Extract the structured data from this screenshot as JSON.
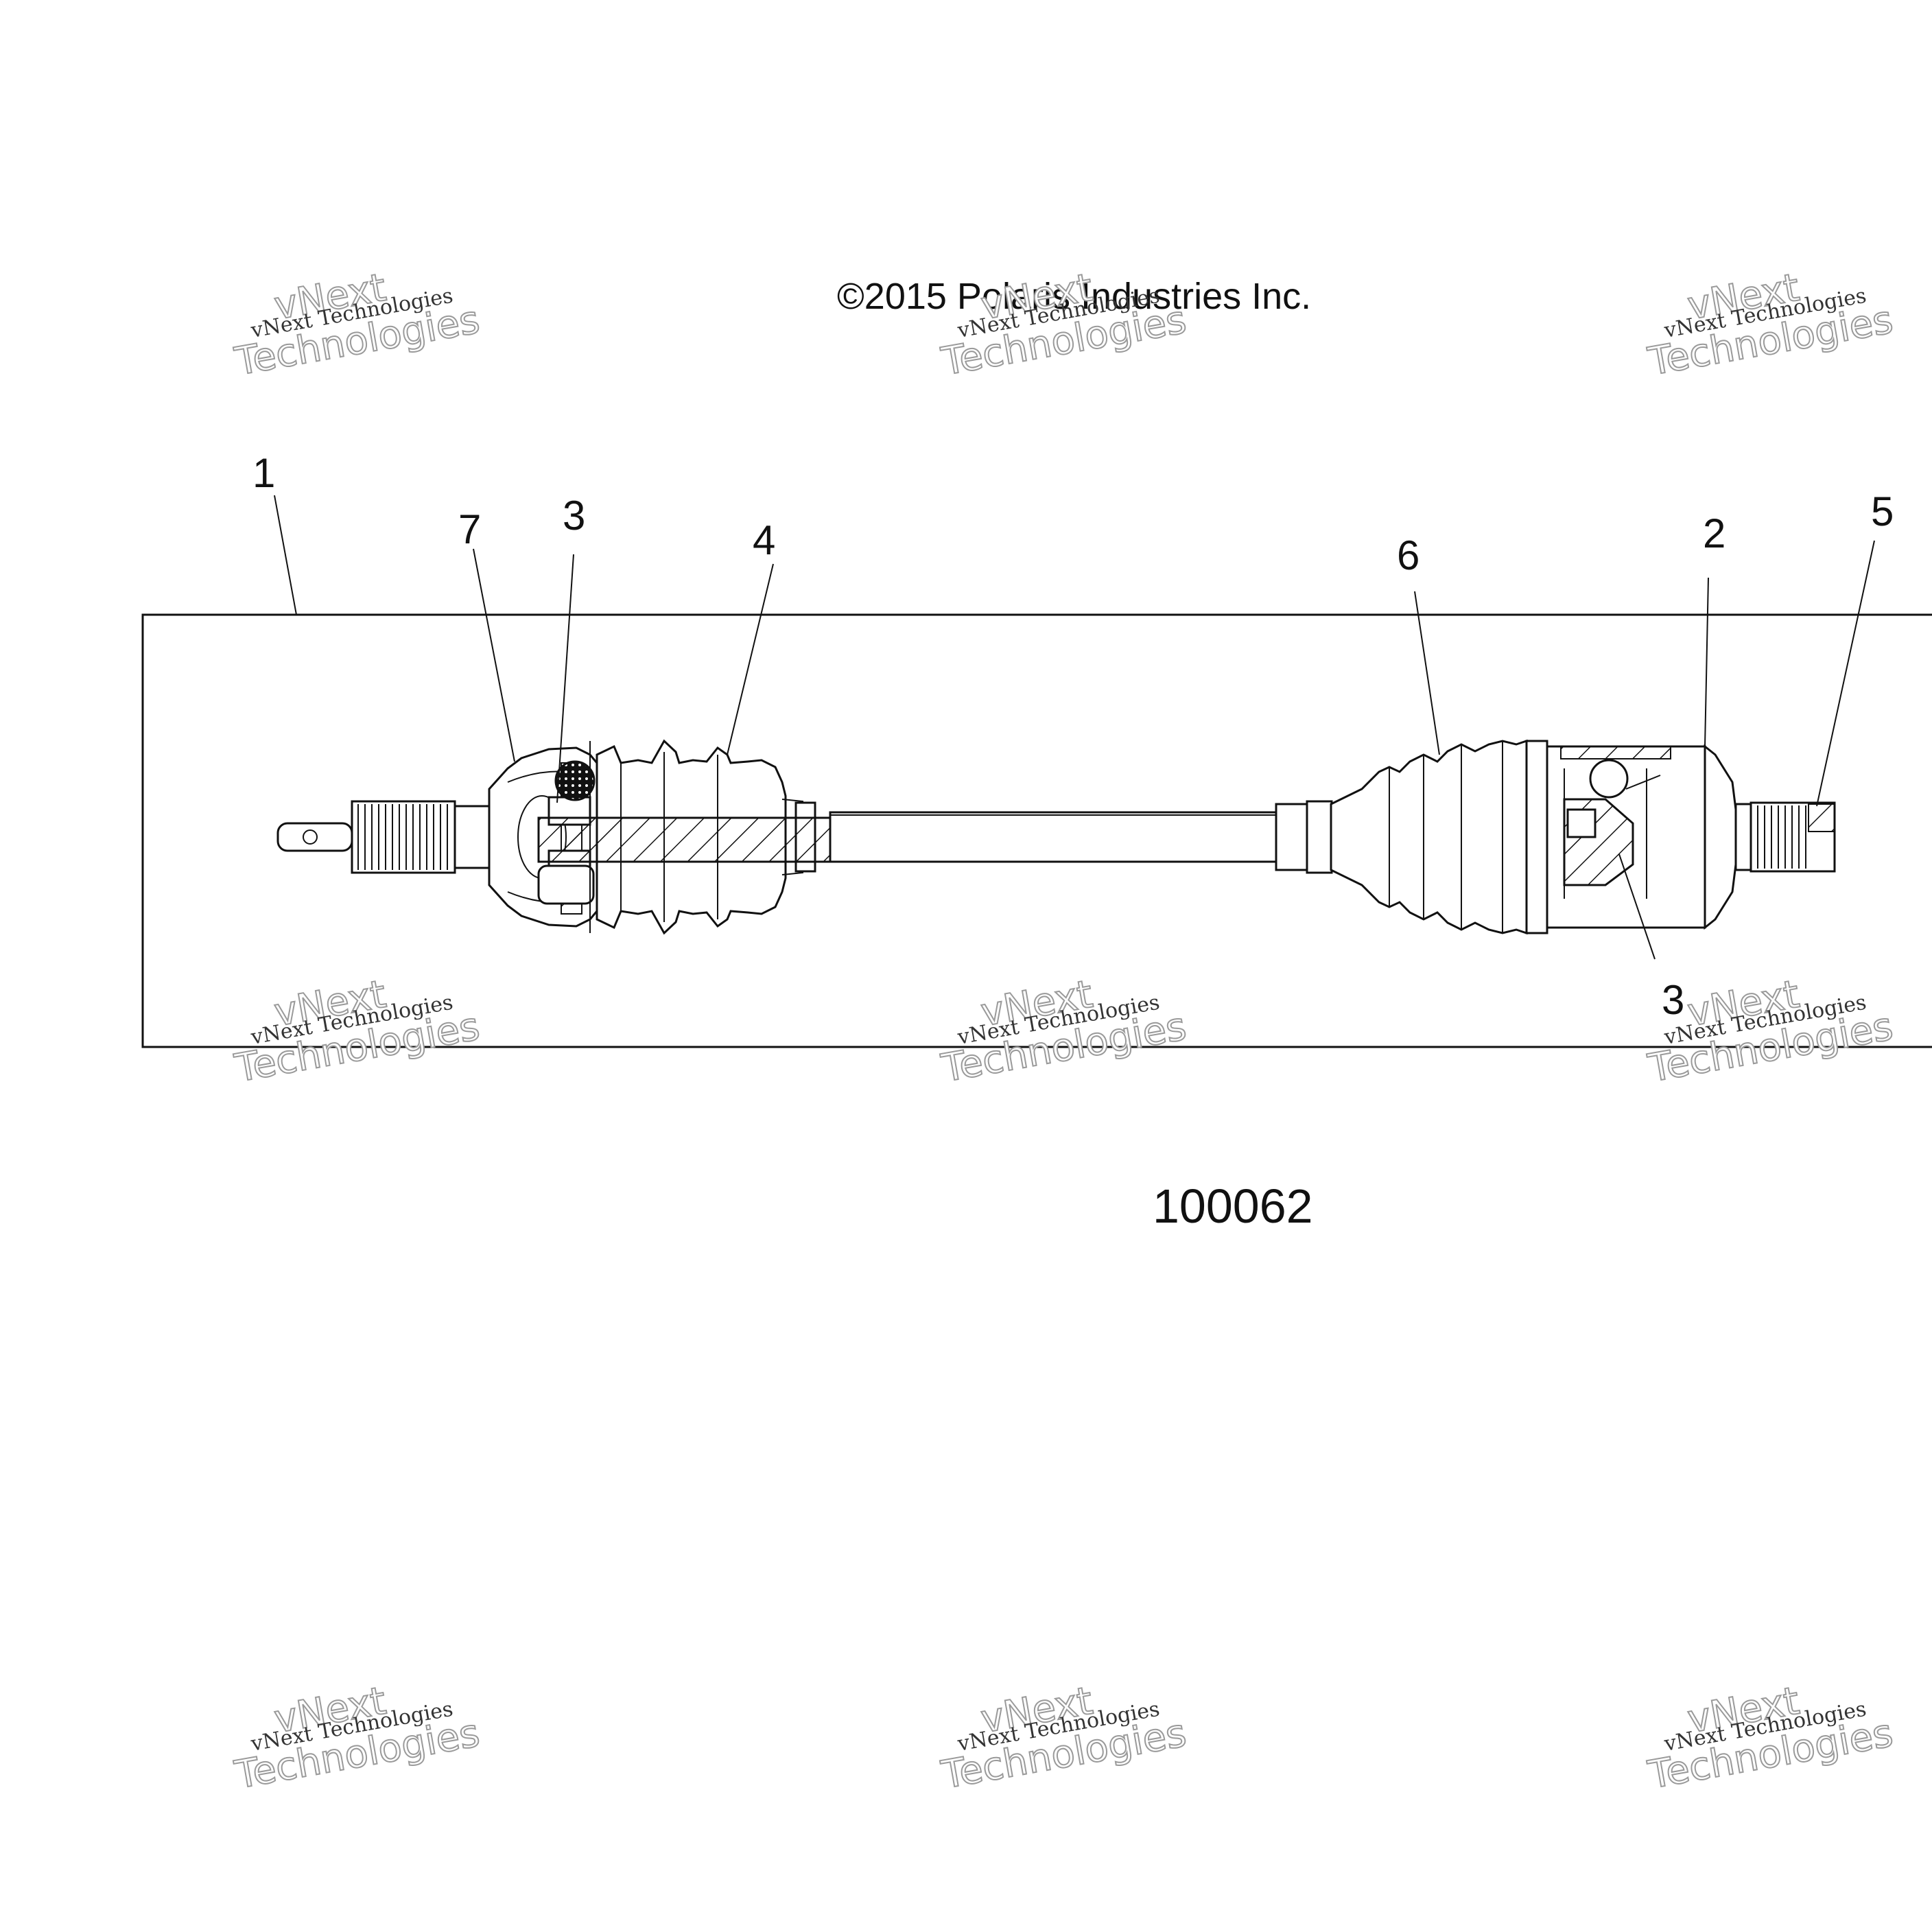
{
  "copyright": "©2015 Polaris Industries Inc.",
  "figure_number": "100062",
  "callouts": {
    "c1": "1",
    "c7": "7",
    "c3a": "3",
    "c4": "4",
    "c6": "6",
    "c2": "2",
    "c5": "5",
    "c3b": "3"
  },
  "watermark": {
    "line1": "vNext Technologies",
    "line2a": "vNext",
    "line2b": "Technologies"
  }
}
